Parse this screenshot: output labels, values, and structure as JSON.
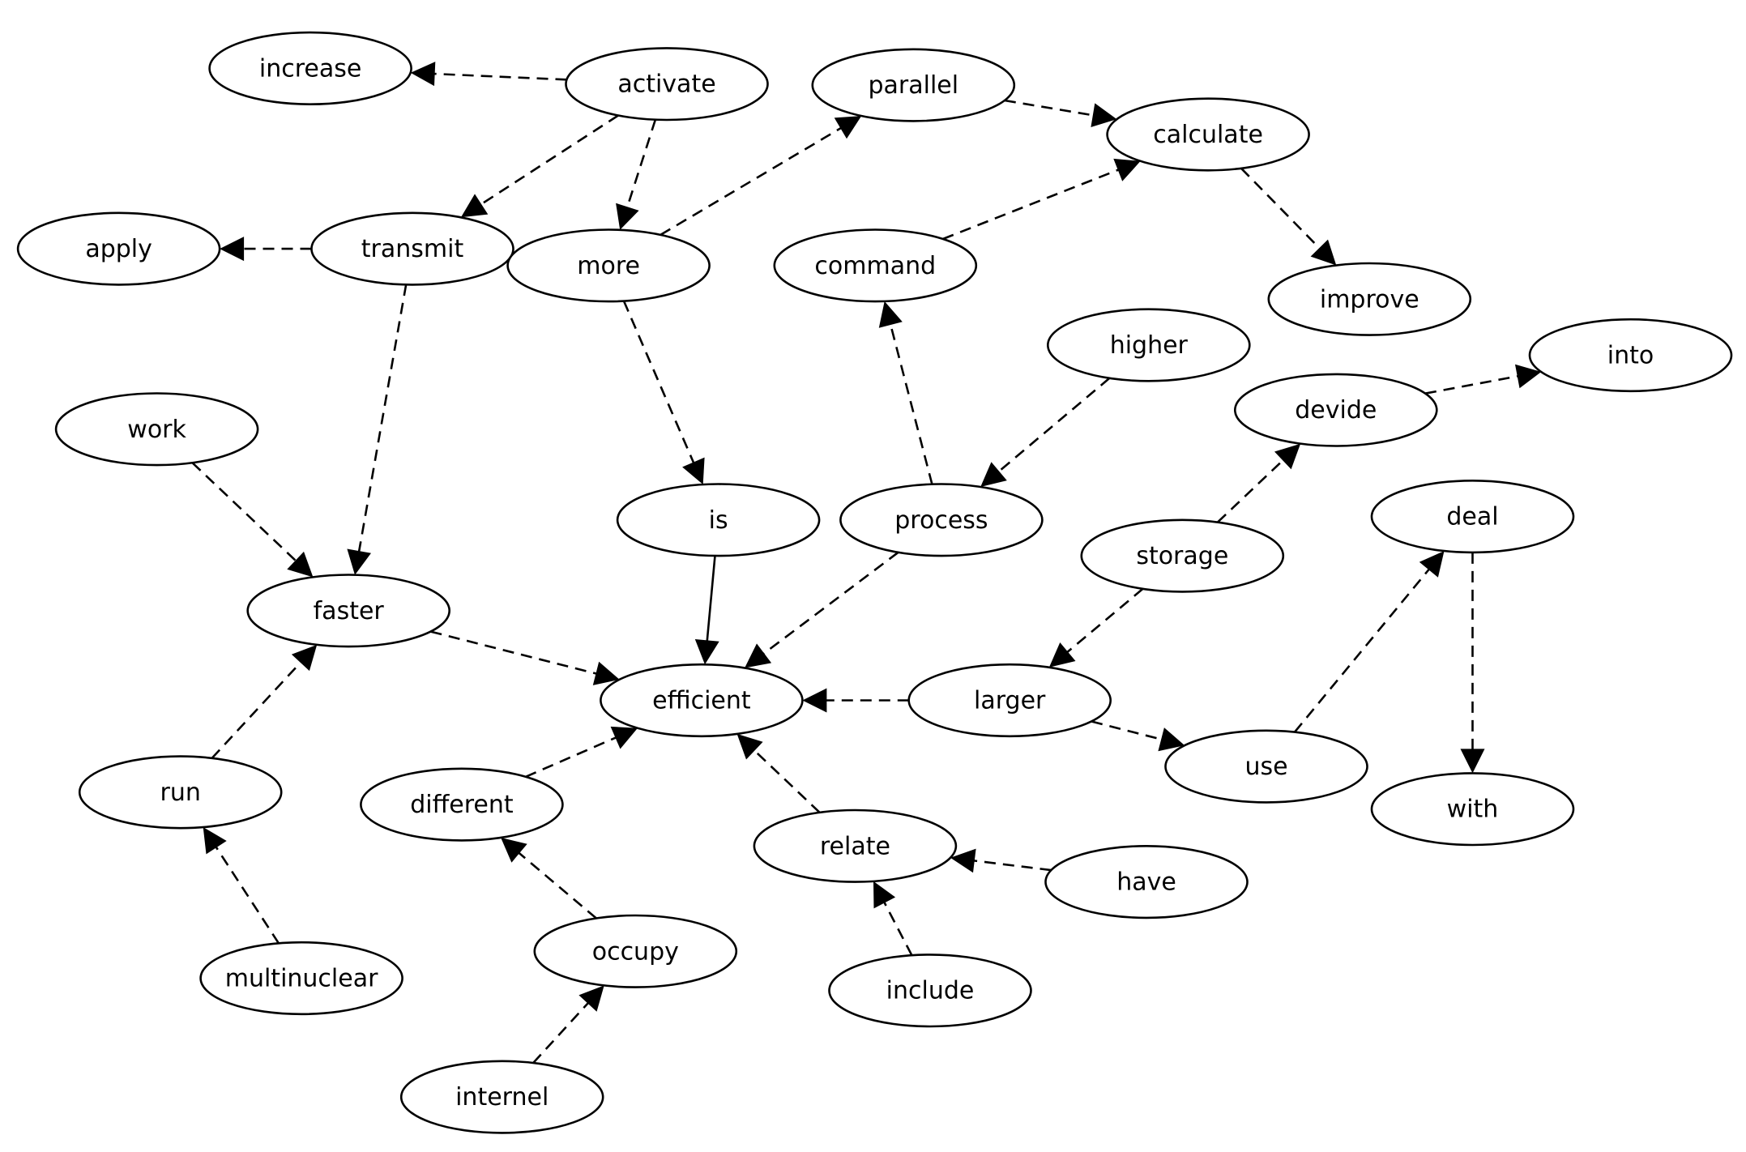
{
  "nodes": [
    {
      "id": "increase",
      "label": "increase"
    },
    {
      "id": "activate",
      "label": "activate"
    },
    {
      "id": "parallel",
      "label": "parallel"
    },
    {
      "id": "calculate",
      "label": "calculate"
    },
    {
      "id": "apply",
      "label": "apply"
    },
    {
      "id": "transmit",
      "label": "transmit"
    },
    {
      "id": "more",
      "label": "more"
    },
    {
      "id": "command",
      "label": "command"
    },
    {
      "id": "improve",
      "label": "improve"
    },
    {
      "id": "higher",
      "label": "higher"
    },
    {
      "id": "into",
      "label": "into"
    },
    {
      "id": "work",
      "label": "work"
    },
    {
      "id": "devide",
      "label": "devide"
    },
    {
      "id": "is",
      "label": "is"
    },
    {
      "id": "process",
      "label": "process"
    },
    {
      "id": "deal",
      "label": "deal"
    },
    {
      "id": "storage",
      "label": "storage"
    },
    {
      "id": "faster",
      "label": "faster"
    },
    {
      "id": "efficient",
      "label": "efficient"
    },
    {
      "id": "larger",
      "label": "larger"
    },
    {
      "id": "use",
      "label": "use"
    },
    {
      "id": "run",
      "label": "run"
    },
    {
      "id": "different",
      "label": "different"
    },
    {
      "id": "relate",
      "label": "relate"
    },
    {
      "id": "with",
      "label": "with"
    },
    {
      "id": "have",
      "label": "have"
    },
    {
      "id": "occupy",
      "label": "occupy"
    },
    {
      "id": "multinuclear",
      "label": "multinuclear"
    },
    {
      "id": "include",
      "label": "include"
    },
    {
      "id": "internel",
      "label": "internel"
    }
  ],
  "edges": [
    {
      "from": "activate",
      "to": "increase",
      "style": "dashed"
    },
    {
      "from": "activate",
      "to": "transmit",
      "style": "dashed"
    },
    {
      "from": "activate",
      "to": "more",
      "style": "dashed"
    },
    {
      "from": "more",
      "to": "parallel",
      "style": "dashed"
    },
    {
      "from": "parallel",
      "to": "calculate",
      "style": "dashed"
    },
    {
      "from": "command",
      "to": "calculate",
      "style": "dashed"
    },
    {
      "from": "calculate",
      "to": "improve",
      "style": "dashed"
    },
    {
      "from": "transmit",
      "to": "apply",
      "style": "dashed"
    },
    {
      "from": "transmit",
      "to": "faster",
      "style": "dashed"
    },
    {
      "from": "more",
      "to": "is",
      "style": "dashed"
    },
    {
      "from": "process",
      "to": "command",
      "style": "dashed"
    },
    {
      "from": "higher",
      "to": "process",
      "style": "dashed"
    },
    {
      "from": "devide",
      "to": "into",
      "style": "dashed"
    },
    {
      "from": "storage",
      "to": "devide",
      "style": "dashed"
    },
    {
      "from": "work",
      "to": "faster",
      "style": "dashed"
    },
    {
      "from": "is",
      "to": "efficient",
      "style": "solid"
    },
    {
      "from": "process",
      "to": "efficient",
      "style": "dashed"
    },
    {
      "from": "faster",
      "to": "efficient",
      "style": "dashed"
    },
    {
      "from": "storage",
      "to": "larger",
      "style": "dashed"
    },
    {
      "from": "larger",
      "to": "efficient",
      "style": "dashed"
    },
    {
      "from": "larger",
      "to": "use",
      "style": "dashed"
    },
    {
      "from": "use",
      "to": "deal",
      "style": "dashed"
    },
    {
      "from": "deal",
      "to": "with",
      "style": "dashed"
    },
    {
      "from": "run",
      "to": "faster",
      "style": "dashed"
    },
    {
      "from": "different",
      "to": "efficient",
      "style": "dashed"
    },
    {
      "from": "relate",
      "to": "efficient",
      "style": "dashed"
    },
    {
      "from": "multinuclear",
      "to": "run",
      "style": "dashed"
    },
    {
      "from": "occupy",
      "to": "different",
      "style": "dashed"
    },
    {
      "from": "internel",
      "to": "occupy",
      "style": "dashed"
    },
    {
      "from": "have",
      "to": "relate",
      "style": "dashed"
    },
    {
      "from": "include",
      "to": "relate",
      "style": "dashed"
    }
  ]
}
